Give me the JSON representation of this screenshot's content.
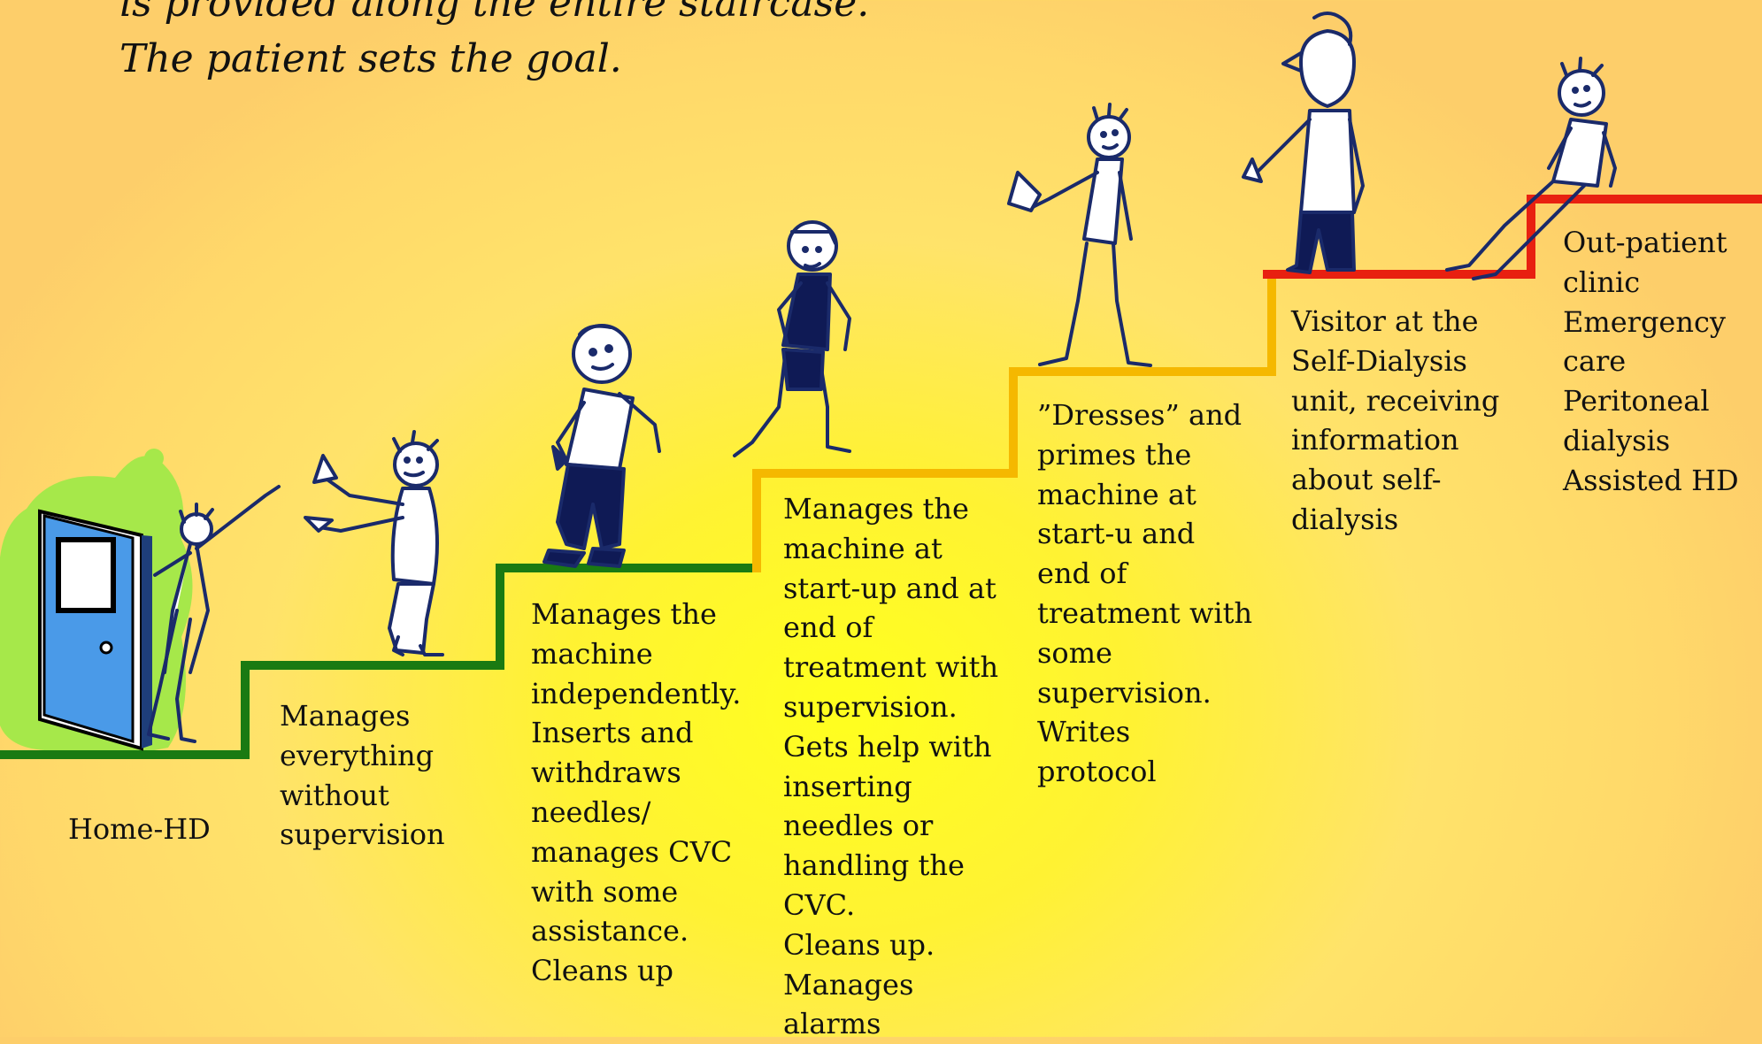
{
  "heading": {
    "line1": "is provided along the entire staircase.",
    "line2": "The patient sets the goal."
  },
  "steps": [
    {
      "id": "home-hd",
      "level_color": "#1a7a12",
      "lines": [
        "Home-HD"
      ]
    },
    {
      "id": "manages-everything",
      "level_color": "#1a7a12",
      "lines": [
        "Manages",
        "everything",
        "without",
        "supervision"
      ]
    },
    {
      "id": "manages-independently",
      "level_color": "#1a7a12",
      "lines": [
        "Manages the",
        "machine",
        "independently.",
        "Inserts and",
        "withdraws",
        "needles/",
        "manages CVC",
        "with some",
        "assistance.",
        "Cleans up"
      ]
    },
    {
      "id": "manages-start-end",
      "level_color": "#f5b800",
      "lines": [
        "Manages the",
        "machine at",
        "start-up and at",
        "end of",
        "treatment with",
        "supervision.",
        "Gets help with",
        "inserting",
        "needles or",
        "handling the",
        "CVC.",
        "Cleans up.",
        "Manages",
        "alarms"
      ]
    },
    {
      "id": "dresses-primes",
      "level_color": "#f5b800",
      "lines": [
        "”Dresses” and",
        "primes the",
        "machine at",
        "start-u and",
        "end of",
        "treatment with",
        "some",
        "supervision.",
        "Writes",
        "protocol"
      ]
    },
    {
      "id": "visitor",
      "level_color": "#e82010",
      "lines": [
        "Visitor at the",
        "Self-Dialysis",
        "unit, receiving",
        "information",
        "about self-",
        "dialysis"
      ]
    },
    {
      "id": "out-patient",
      "level_color": "#e82010",
      "lines": [
        "Out-patient",
        "clinic",
        "Emergency",
        "care",
        "Peritoneal",
        "dialysis",
        "Assisted HD"
      ]
    }
  ],
  "icons": {
    "door": "door-icon",
    "figures": [
      "waving-figure-icon",
      "walking-figure-icon",
      "dark-figure-icon",
      "pointing-figure-icon",
      "tall-figure-icon",
      "sitting-figure-icon"
    ]
  },
  "colors": {
    "green": "#1a7a12",
    "yellow": "#f5b800",
    "red": "#e82010",
    "door_blue": "#4a9ae8",
    "blob_green": "#a6e84a",
    "ink": "#1a2a6a"
  }
}
